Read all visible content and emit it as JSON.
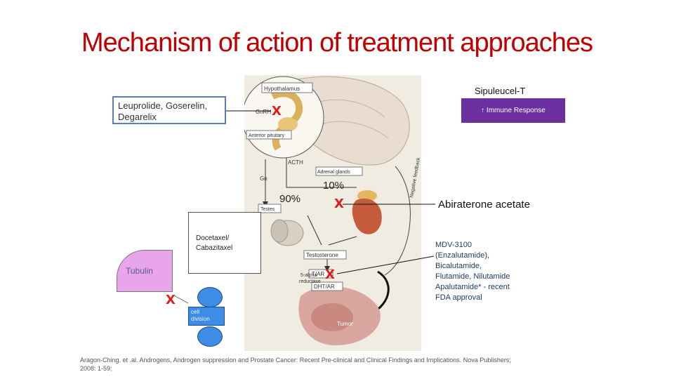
{
  "title": "Mechanism of action of treatment approaches",
  "figure": {
    "labels": {
      "hypothalamus": "Hypothalamus",
      "gnrh": "GnRH",
      "anterior_pituitary": "Anterior pituitary",
      "acth": "ACTH",
      "gn": "Gn",
      "adrenal_glands": "Adrenal glands",
      "negative_feedback": "Negative feedback",
      "testes": "Testes",
      "testosterone": "Testosterone",
      "five_alpha": "5-alpha",
      "reductase": "reductase",
      "tar": "T/AR",
      "dhtar": "DHT/AR",
      "tumor": "Tumor"
    },
    "pct_90": "90%",
    "pct_10": "10%",
    "x_mark": "X"
  },
  "left_drugs": "Leuprolide, Goserelin, Degarelix",
  "sipuleucel": {
    "title": "Sipuleucel-T",
    "box": "↑ Immune Response",
    "color": "#6b2fa0"
  },
  "abiraterone": "Abiraterone acetate",
  "mdv": [
    "MDV-3100",
    "(Enzalutamide),",
    "Bicalutamide,",
    "Flutamide, Nilutamide",
    "Apalutamide* - recent",
    "FDA approval"
  ],
  "taxanes": {
    "line1": "Docetaxel/",
    "line2": "Cabazitaxel"
  },
  "tubulin": "Tubulin",
  "cell_division": {
    "line1": "cell",
    "line2": "division"
  },
  "citation": {
    "line1": "Aragon-Ching. et .al. Androgens, Androgen suppression and Prostate Cancer: Recent Pre-clinical and Clinical Findings and Implications. Nova Publishers;",
    "line2": "2008: 1-59;"
  }
}
